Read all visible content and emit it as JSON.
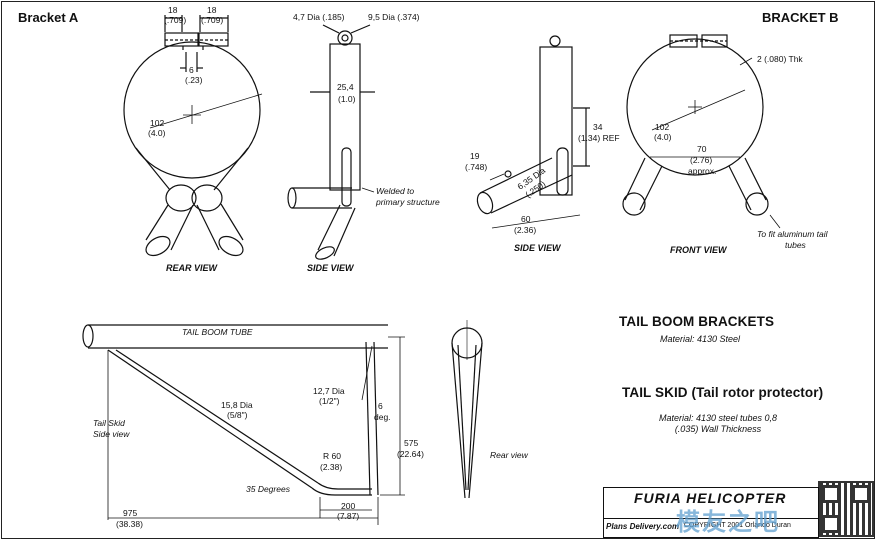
{
  "titles": {
    "bracket_a": "Bracket A",
    "bracket_b": "BRACKET B"
  },
  "headings": {
    "tail_boom_brackets": "TAIL BOOM BRACKETS",
    "tail_skid": "TAIL SKID (Tail rotor protector)"
  },
  "notes": {
    "bracket_material": "Material: 4130 Steel",
    "skid_material_line1": "Material: 4130 steel tubes 0,8",
    "skid_material_line2": "(.035) Wall Thickness"
  },
  "views": {
    "rear_view": "REAR VIEW",
    "side_view_a": "SIDE VIEW",
    "side_view_b": "SIDE VIEW",
    "front_view": "FRONT VIEW",
    "rear_view_skid": "Rear view",
    "tail_skid_side": [
      "Tail  Skid",
      "Side view"
    ]
  },
  "dimensions": {
    "rear": {
      "tab_left": [
        "18",
        "(.709)"
      ],
      "tab_right": [
        "18",
        "(.709)"
      ],
      "gap": [
        "6",
        "(.23)"
      ],
      "diameter": [
        "102",
        "(4.0)"
      ]
    },
    "side_a": {
      "small_hole": "4,7 Dia (.185)",
      "large_hole": "9,5 Dia (.374)",
      "width": [
        "25,4",
        "(1.0)"
      ],
      "welded_note": [
        "Welded to",
        "primary structure"
      ]
    },
    "side_b": {
      "ref": [
        "34",
        "(1.34) REF"
      ],
      "tube_dia": [
        "6,35 Dia",
        "(.250)"
      ],
      "tube_offset": [
        "19",
        "(.748)"
      ],
      "length": [
        "60",
        "(2.36)"
      ]
    },
    "front": {
      "thickness": "2 (.080) Thk",
      "diameter": [
        "102",
        "(4.0)"
      ],
      "spacing": [
        "70",
        "(2.76)",
        "approx."
      ],
      "fit_note": [
        "To fit aluminum tail",
        "tubes"
      ]
    },
    "skid": {
      "tube_label": "TAIL BOOM TUBE",
      "strut_dia": [
        "15,8 Dia",
        "(5/8\")"
      ],
      "post_dia": [
        "12,7 Dia",
        "(1/2\")"
      ],
      "deg": [
        "6",
        "deg."
      ],
      "height": [
        "575",
        "(22.64)"
      ],
      "radius": [
        "R 60",
        "(2.38)"
      ],
      "angle": "35 Degrees",
      "foot": [
        "200",
        "(7.87)"
      ],
      "length": [
        "975",
        "(38.38)"
      ]
    }
  },
  "title_block": {
    "logo": "FURIA HELICOPTER",
    "website": "Plans Delivery.com",
    "copyright": "COPYRIGHT 2001 Orlando Duran"
  },
  "watermark": "模友之吧"
}
